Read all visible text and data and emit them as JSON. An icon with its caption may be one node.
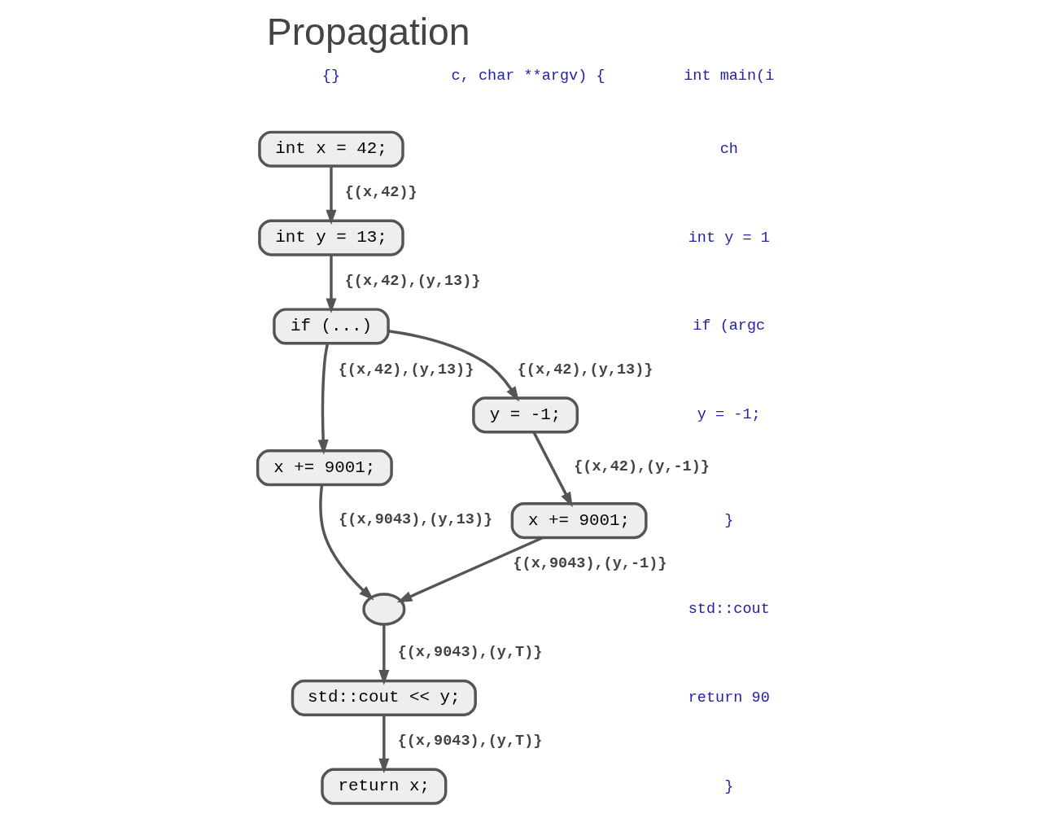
{
  "diagram": {
    "title": "Propagation",
    "nodes": [
      {
        "text": [
          "int x = 42;"
        ]
      },
      {
        "text": [
          "int y = 13;"
        ]
      },
      {
        "text": [
          "if (...)"
        ]
      },
      {
        "text": [
          "x += 9001;"
        ]
      },
      {
        "text": [
          "y = -1;"
        ]
      },
      {
        "text": [
          "x += 9001;"
        ]
      },
      {
        "text": [],
        "shape": "circle"
      },
      {
        "text": [
          "std::cout << y;"
        ]
      },
      {
        "text": [
          "return x;"
        ]
      }
    ],
    "edges": [
      {
        "from": 0,
        "to": 1,
        "arrow": "to",
        "label": "{(x,42)}"
      },
      {
        "from": 1,
        "to": 2,
        "arrow": "to",
        "label": "{(x,42),(y,13)}"
      },
      {
        "from": 2,
        "to": 3,
        "arrow": "to",
        "label": "{(x,42),(y,13)}"
      },
      {
        "from": 2,
        "to": 4,
        "arrow": "to",
        "label": "{(x,42),(y,13)}"
      },
      {
        "from": 3,
        "to": 6,
        "arrow": "to",
        "label": "{(x,9043),(y,13)}"
      },
      {
        "from": 4,
        "to": 5,
        "arrow": "to",
        "label": "{(x,42),(y,-1)}"
      },
      {
        "from": 5,
        "to": 6,
        "arrow": "to",
        "label": "{(x,9043),(y,-1)}"
      },
      {
        "from": 6,
        "to": 7,
        "arrow": "to",
        "label": "{(x,9043),(y,T)}"
      },
      {
        "from": 7,
        "to": 8,
        "arrow": "to",
        "label": "{(x,9043),(y,T)}"
      }
    ],
    "labels": [
      "{}",
      "c, char **argv) {",
      "int main(i",
      "ch",
      "int y = 1",
      "if (argc",
      "y = -1;",
      "}",
      "std::cout",
      "return 90",
      "}"
    ]
  }
}
